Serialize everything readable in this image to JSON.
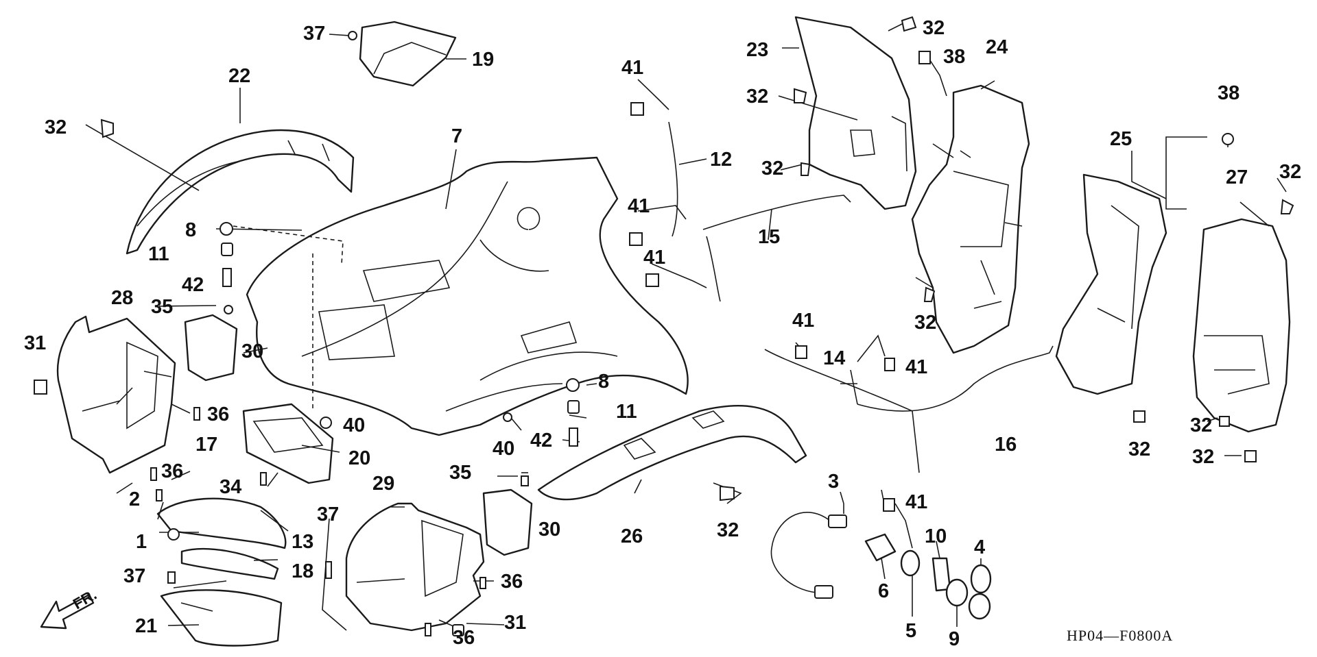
{
  "diagram_code": "HP04—F0800A",
  "front_indicator": "FR.",
  "callouts": [
    {
      "id": "c1",
      "label": "37"
    },
    {
      "id": "c2",
      "label": "19"
    },
    {
      "id": "c3",
      "label": "22"
    },
    {
      "id": "c4",
      "label": "32"
    },
    {
      "id": "c5",
      "label": "7"
    },
    {
      "id": "c6",
      "label": "8"
    },
    {
      "id": "c7",
      "label": "11"
    },
    {
      "id": "c8",
      "label": "42"
    },
    {
      "id": "c9",
      "label": "35"
    },
    {
      "id": "c10",
      "label": "28"
    },
    {
      "id": "c11",
      "label": "31"
    },
    {
      "id": "c12",
      "label": "30"
    },
    {
      "id": "c13",
      "label": "36"
    },
    {
      "id": "c14",
      "label": "40"
    },
    {
      "id": "c15",
      "label": "20"
    },
    {
      "id": "c16",
      "label": "17"
    },
    {
      "id": "c17",
      "label": "36"
    },
    {
      "id": "c18",
      "label": "34"
    },
    {
      "id": "c19",
      "label": "2"
    },
    {
      "id": "c20",
      "label": "1"
    },
    {
      "id": "c21",
      "label": "13"
    },
    {
      "id": "c22",
      "label": "18"
    },
    {
      "id": "c23",
      "label": "37"
    },
    {
      "id": "c24",
      "label": "21"
    },
    {
      "id": "c25",
      "label": "37"
    },
    {
      "id": "c26",
      "label": "29"
    },
    {
      "id": "c27",
      "label": "36"
    },
    {
      "id": "c28",
      "label": "31"
    },
    {
      "id": "c29",
      "label": "36"
    },
    {
      "id": "c30",
      "label": "35"
    },
    {
      "id": "c31",
      "label": "30"
    },
    {
      "id": "c32",
      "label": "8"
    },
    {
      "id": "c33",
      "label": "11"
    },
    {
      "id": "c34",
      "label": "42"
    },
    {
      "id": "c35",
      "label": "40"
    },
    {
      "id": "c36",
      "label": "26"
    },
    {
      "id": "c37",
      "label": "32"
    },
    {
      "id": "c38",
      "label": "41"
    },
    {
      "id": "c39",
      "label": "12"
    },
    {
      "id": "c40",
      "label": "41"
    },
    {
      "id": "c41",
      "label": "41"
    },
    {
      "id": "c42",
      "label": "15"
    },
    {
      "id": "c43",
      "label": "23"
    },
    {
      "id": "c44",
      "label": "32"
    },
    {
      "id": "c45",
      "label": "38"
    },
    {
      "id": "c46",
      "label": "24"
    },
    {
      "id": "c47",
      "label": "32"
    },
    {
      "id": "c48",
      "label": "32"
    },
    {
      "id": "c49",
      "label": "32"
    },
    {
      "id": "c50",
      "label": "41"
    },
    {
      "id": "c51",
      "label": "14"
    },
    {
      "id": "c52",
      "label": "41"
    },
    {
      "id": "c53",
      "label": "16"
    },
    {
      "id": "c54",
      "label": "41"
    },
    {
      "id": "c55",
      "label": "3"
    },
    {
      "id": "c56",
      "label": "6"
    },
    {
      "id": "c57",
      "label": "5"
    },
    {
      "id": "c58",
      "label": "10"
    },
    {
      "id": "c59",
      "label": "9"
    },
    {
      "id": "c60",
      "label": "4"
    },
    {
      "id": "c61",
      "label": "38"
    },
    {
      "id": "c62",
      "label": "25"
    },
    {
      "id": "c63",
      "label": "27"
    },
    {
      "id": "c64",
      "label": "32"
    },
    {
      "id": "c65",
      "label": "32"
    },
    {
      "id": "c66",
      "label": "32"
    },
    {
      "id": "c67",
      "label": "32"
    }
  ]
}
